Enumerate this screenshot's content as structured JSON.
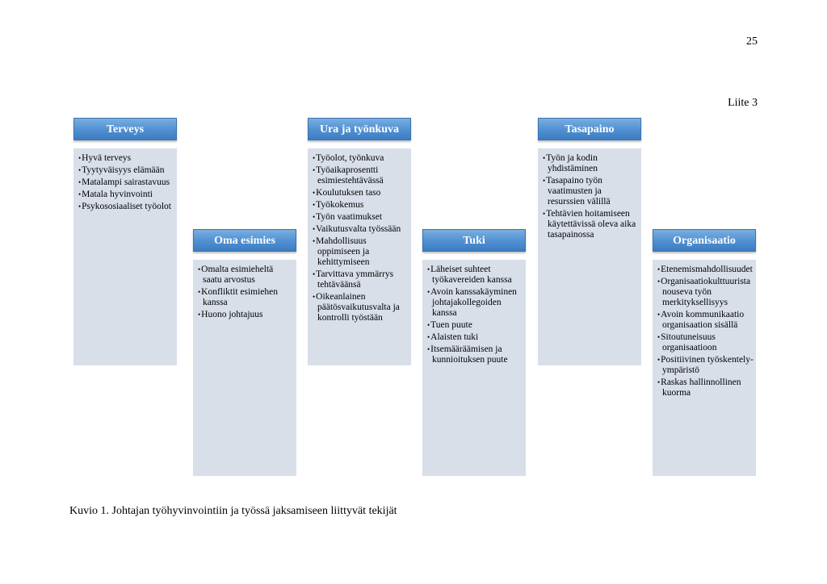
{
  "page_number": "25",
  "appendix_label": "Liite 3",
  "caption": "Kuvio 1. Johtajan työhyvinvointiin ja työssä jaksamiseen liittyvät tekijät",
  "columns": [
    {
      "title": "Terveys",
      "items": [
        "Hyvä terveys",
        "Tyytyväisyys elämään",
        "Matalampi sairastavuus",
        "Matala hyvinvointi",
        "Psykososiaaliset työolot"
      ]
    },
    {
      "title": "Oma esimies",
      "items": [
        "Omalta esimieheltä saatu arvostus",
        "Konfliktit esimiehen kanssa",
        "Huono johtajuus"
      ]
    },
    {
      "title": "Ura ja työnkuva",
      "items": [
        "Työolot, työnkuva",
        "Työaikaprosentti esimiestehtävässä",
        "Koulutuksen taso",
        "Työkokemus",
        "Työn vaatimukset",
        "Vaikutusvalta työssään",
        "Mahdollisuus oppimiseen ja kehittymiseen",
        "Tarvittava ymmärrys tehtäväänsä",
        "Oikeanlainen päätösvaikutusvalta ja kontrolli työstään"
      ]
    },
    {
      "title": "Tuki",
      "items": [
        "Läheiset suhteet työkavereiden kanssa",
        "Avoin kanssakäyminen johtajakollegoiden kanssa",
        "Tuen puute",
        "Alaisten tuki",
        "Itsemääräämisen ja kunnioituksen puute"
      ]
    },
    {
      "title": "Tasapaino",
      "items": [
        "Työn ja kodin yhdistäminen",
        "Tasapaino työn vaatimusten ja resurssien välillä",
        "Tehtävien hoitamiseen käytettävissä oleva aika tasapainossa"
      ]
    },
    {
      "title": "Organisaatio",
      "items": [
        "Etenemismahdollisuudet",
        "Organisaatiokulttuurista nouseva työn merkityksellisyys",
        "Avoin kommunikaatio organisaation sisällä",
        "Sitoutuneisuus organisaatioon",
        "Positiivinen työskentely-ympäristö",
        "Raskas hallinnollinen kuorma"
      ]
    }
  ]
}
